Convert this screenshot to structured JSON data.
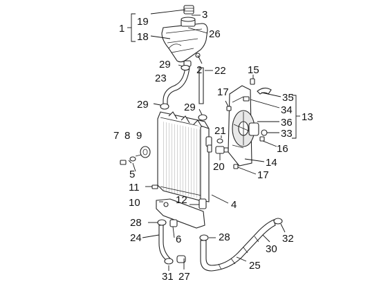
{
  "callouts": {
    "n1": "1",
    "n2": "2",
    "n3": "3",
    "n4": "4",
    "n5": "5",
    "n6": "6",
    "n7": "7",
    "n8": "8",
    "n9": "9",
    "n10": "10",
    "n11": "11",
    "n12": "12",
    "n13": "13",
    "n14": "14",
    "n15": "15",
    "n16": "16",
    "n17a": "17",
    "n17b": "17",
    "n18": "18",
    "n19": "19",
    "n20": "20",
    "n21": "21",
    "n22": "22",
    "n23": "23",
    "n24": "24",
    "n25": "25",
    "n26": "26",
    "n27": "27",
    "n28a": "28",
    "n28b": "28",
    "n29a": "29",
    "n29b": "29",
    "n29c": "29",
    "n30": "30",
    "n31": "31",
    "n32": "32",
    "n33": "33",
    "n34": "34",
    "n35": "35",
    "n36": "36"
  }
}
